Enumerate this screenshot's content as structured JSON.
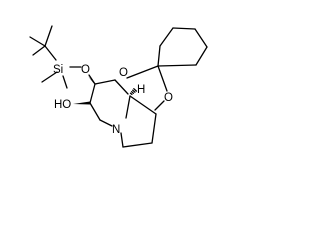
{
  "structure": {
    "atom_labels": {
      "si": "Si",
      "o_silyl": "O",
      "o_ring_left": "O",
      "o_ring_right": "O",
      "ho": "HO",
      "h": "H",
      "n": "N"
    }
  }
}
